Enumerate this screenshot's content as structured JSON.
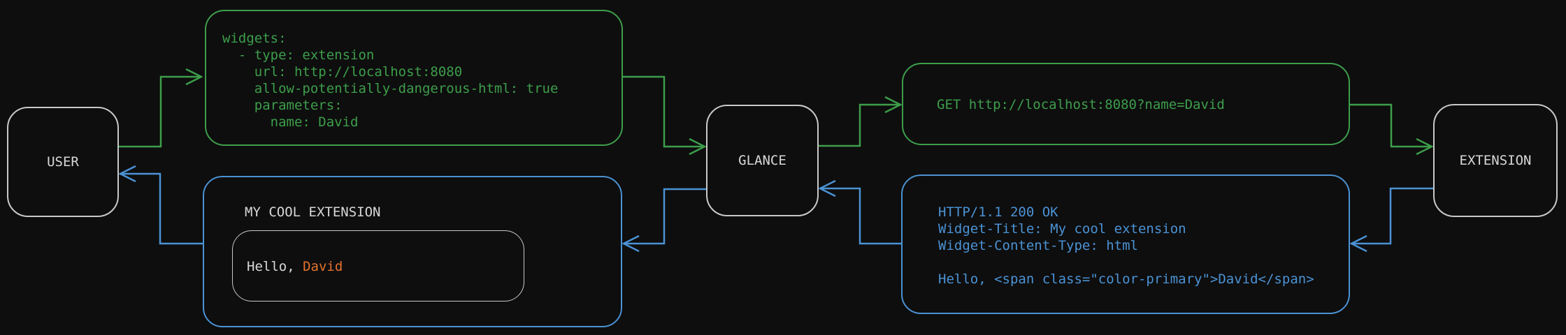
{
  "colors": {
    "green": "#3d9e4b",
    "blue": "#4b92d4",
    "orange": "#e2722e",
    "node_border": "#c9c9c9",
    "text_light": "#d8d8d8",
    "bg": "#0e0e0e"
  },
  "nodes": {
    "user": {
      "label": "USER"
    },
    "glance": {
      "label": "GLANCE"
    },
    "extension": {
      "label": "EXTENSION"
    }
  },
  "messages": {
    "config_yaml": {
      "code": "widgets:\n  - type: extension\n    url: http://localhost:8080\n    allow-potentially-dangerous-html: true\n    parameters:\n      name: David"
    },
    "request": {
      "code": "GET http://localhost:8080?name=David"
    },
    "response": {
      "code": "HTTP/1.1 200 OK\nWidget-Title: My cool extension\nWidget-Content-Type: html\n\nHello, <span class=\"color-primary\">David</span>"
    },
    "widget": {
      "title": "MY COOL EXTENSION",
      "hello_prefix": "Hello, ",
      "hello_name": "David"
    }
  },
  "edges": [
    {
      "from": "user",
      "to": "config_yaml",
      "color": "green"
    },
    {
      "from": "config_yaml",
      "to": "glance",
      "color": "green"
    },
    {
      "from": "glance",
      "to": "request",
      "color": "green"
    },
    {
      "from": "request",
      "to": "extension",
      "color": "green"
    },
    {
      "from": "extension",
      "to": "response",
      "color": "blue"
    },
    {
      "from": "response",
      "to": "glance",
      "color": "blue"
    },
    {
      "from": "glance",
      "to": "widget",
      "color": "blue"
    },
    {
      "from": "widget",
      "to": "user",
      "color": "blue"
    }
  ]
}
